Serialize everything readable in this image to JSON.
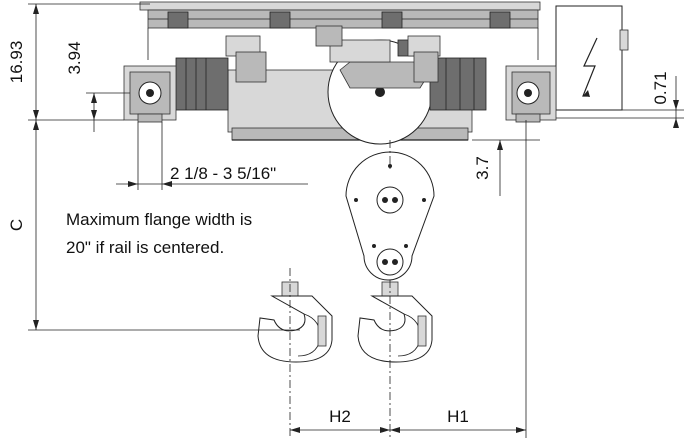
{
  "dimensions": {
    "d1": "16.93",
    "d2": "3.94",
    "d3": "0.71",
    "d4": "3.7",
    "d5": "2 1/8 - 3 5/16\"",
    "d6": "C",
    "d7": "H2",
    "d8": "H1"
  },
  "note": {
    "line1": "Maximum flange width is",
    "line2": "20\" if rail is centered."
  },
  "colors": {
    "line": "#222222",
    "motor": "#6e6e6e",
    "frame": "#b9b9b9"
  }
}
